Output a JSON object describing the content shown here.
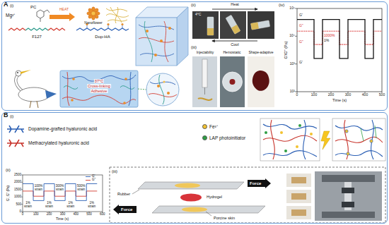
{
  "diagram": {
    "nodes": [
      {
        "text": [
          "A"
        ]
      },
      {
        "text": [
          "B"
        ]
      },
      {
        "text": [
          "Force"
        ],
        "in": 1
      },
      {
        "text": [
          "Force"
        ],
        "in": 1
      }
    ],
    "labels": [
      "(i)",
      "Mg²⁺",
      "PC",
      "HEAT",
      "Nanoflower",
      "F127",
      "Dop-HA",
      "37°C",
      "Cross-linking",
      "Adhesive",
      "(ii)",
      "Heat",
      "4°C",
      "Cool",
      "(iii)",
      "Injectability",
      "Hemostatic",
      "Shape-adaptive",
      "(iv)",
      "G'/G'' (Pa)",
      "10⁵",
      "10⁴",
      "10³",
      "10²",
      "0",
      "100",
      "200",
      "300",
      "400",
      "500",
      "Time (s)",
      "G'",
      "G''",
      "1000%",
      "1%",
      "G'",
      "G''",
      "(i)",
      "(ii)",
      "G', G'' (Pa)",
      "0",
      "500",
      "1000",
      "1500",
      "2000",
      "2500",
      "0",
      "100",
      "200",
      "300",
      "400",
      "500",
      "600",
      "Time (s)",
      "1% strain",
      "100% strain",
      "1% strain",
      "300% strain",
      "1% strain",
      "500% strain",
      "1% strain",
      "(iii)",
      "Hydrogel",
      "Rubber",
      "Porcine skin"
    ],
    "legend": [
      {
        "text": "Dopamine-grafted hyaluronic acid"
      },
      {
        "text": "Methacrylated hyaluronic acid"
      },
      {
        "text": "Fe³⁺",
        "color": "#f2c230"
      },
      {
        "text": "LAP photoinitiator",
        "color": "#2f9e44"
      },
      {
        "text": "G'"
      },
      {
        "text": "G''"
      }
    ]
  }
}
